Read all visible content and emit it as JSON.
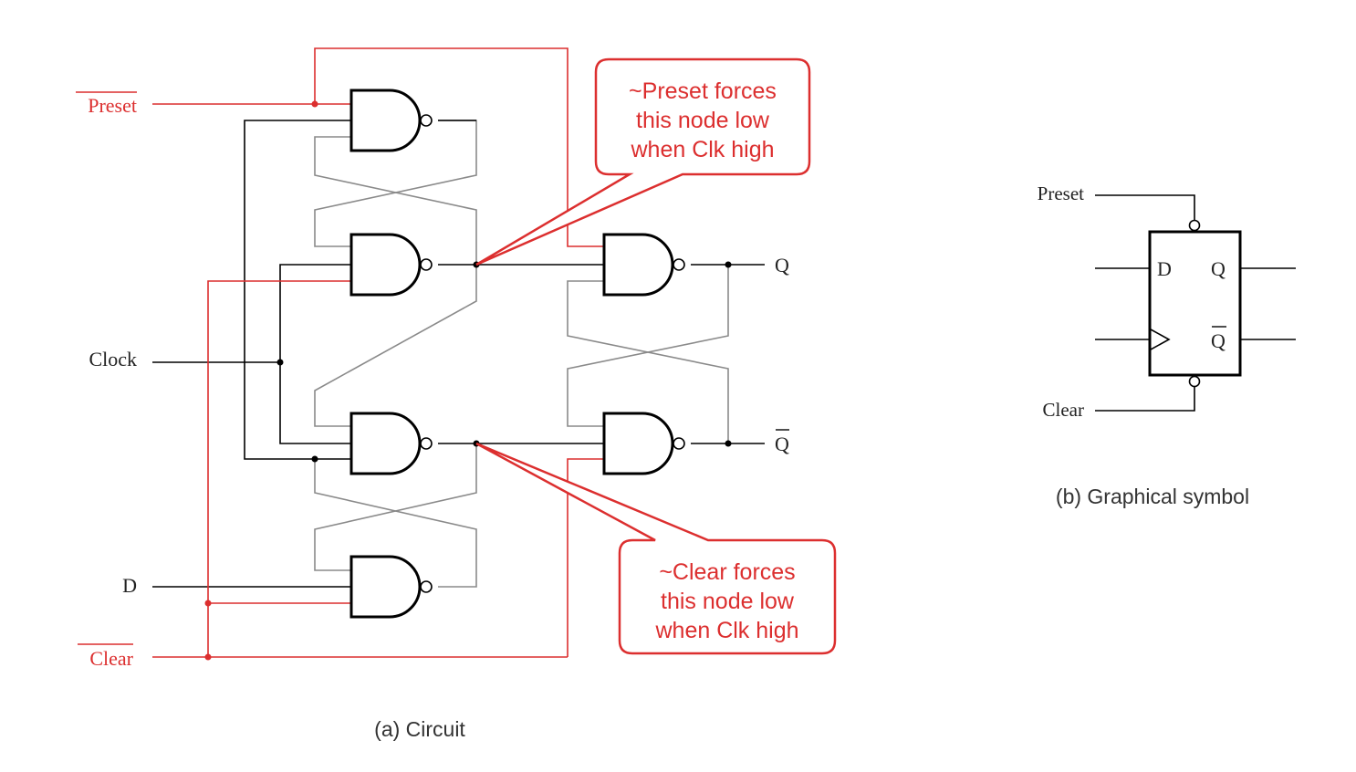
{
  "circuit": {
    "inputs": {
      "preset": "Preset",
      "clock": "Clock",
      "d": "D",
      "clear": "Clear"
    },
    "outputs": {
      "q": "Q",
      "qbar": "Q"
    },
    "callout_preset": [
      "~Preset forces",
      "this node low",
      "when Clk high"
    ],
    "callout_clear": [
      "~Clear forces",
      "this node low",
      "when Clk high"
    ],
    "caption": "(a) Circuit"
  },
  "symbol": {
    "preset": "Preset",
    "clear": "Clear",
    "d": "D",
    "q": "Q",
    "qbar": "Q",
    "caption": "(b) Graphical symbol"
  },
  "colors": {
    "wire": "#000000",
    "highlight_wire": "#dc2f2f",
    "feedback_wire": "#8a8a8a",
    "callout_text": "#dc2f2f"
  }
}
